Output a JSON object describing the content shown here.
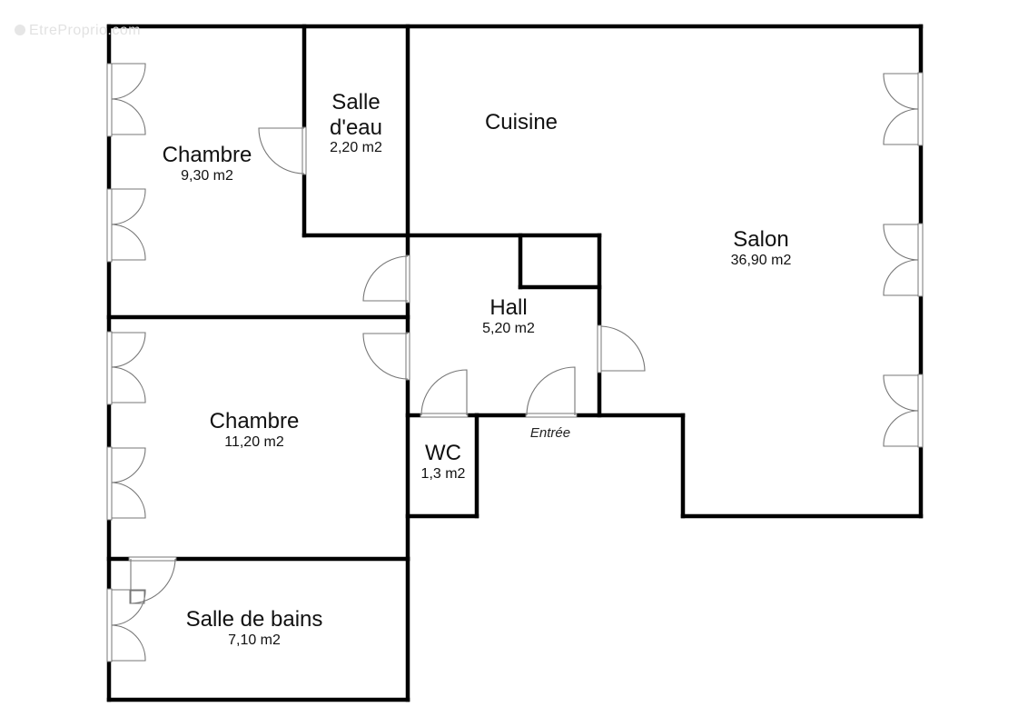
{
  "watermark": "EtreProprio.com",
  "rooms": [
    {
      "id": "chambre_1",
      "name": "Chambre",
      "area": "9,30 m2"
    },
    {
      "id": "salle_eau",
      "name": "Salle\nd'eau",
      "name_line1": "Salle",
      "name_line2": "d'eau",
      "area": "2,20 m2"
    },
    {
      "id": "cuisine",
      "name": "Cuisine",
      "area": ""
    },
    {
      "id": "salon",
      "name": "Salon",
      "area": "36,90 m2"
    },
    {
      "id": "hall",
      "name": "Hall",
      "area": "5,20 m2"
    },
    {
      "id": "chambre_2",
      "name": "Chambre",
      "area": "11,20 m2"
    },
    {
      "id": "wc",
      "name": "WC",
      "area": "1,3 m2"
    },
    {
      "id": "salle_de_bains",
      "name": "Salle de bains",
      "area": "7,10 m2"
    }
  ],
  "annotations": {
    "entree": "Entrée"
  },
  "colors": {
    "wall": "#000000",
    "fixture": "#777777",
    "background": "#ffffff"
  }
}
